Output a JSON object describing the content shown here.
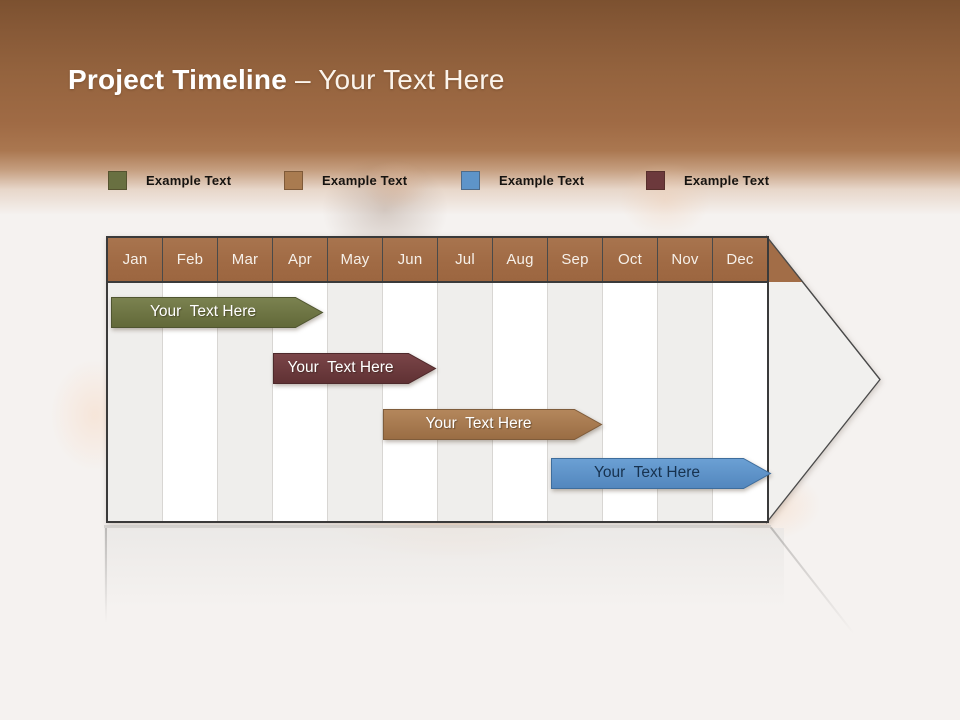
{
  "slide": {
    "title_bold": "Project Timeline",
    "title_light": "– Your Text Here"
  },
  "legend": {
    "items": [
      {
        "label": "Example Text",
        "color": "#697041"
      },
      {
        "label": "Example Text",
        "color": "#a97b50"
      },
      {
        "label": "Example Text",
        "color": "#5e94c9"
      },
      {
        "label": "Example Text",
        "color": "#6c393c"
      }
    ]
  },
  "timeline": {
    "months": [
      "Jan",
      "Feb",
      "Mar",
      "Apr",
      "May",
      "Jun",
      "Jul",
      "Aug",
      "Sep",
      "Oct",
      "Nov",
      "Dec"
    ],
    "bars": [
      {
        "label": "Your  Text Here",
        "color": "#697041",
        "start": "Jan",
        "end": "Apr"
      },
      {
        "label": "Your  Text Here",
        "color": "#6c393c",
        "start": "Apr",
        "end": "Jun"
      },
      {
        "label": "Your  Text Here",
        "color": "#a97b50",
        "start": "Jun",
        "end": "Sep"
      },
      {
        "label": "Your  Text Here",
        "color": "#5e94c9",
        "start": "Sep",
        "end": "Dec"
      }
    ]
  },
  "chart_data": {
    "type": "bar",
    "subtype": "gantt-timeline",
    "title": "Project Timeline – Your Text Here",
    "categories": [
      "Jan",
      "Feb",
      "Mar",
      "Apr",
      "May",
      "Jun",
      "Jul",
      "Aug",
      "Sep",
      "Oct",
      "Nov",
      "Dec"
    ],
    "series": [
      {
        "name": "Your Text Here",
        "row": 1,
        "color": "#697041",
        "start_month": "Jan",
        "end_month": "Apr",
        "start_index": 0.1,
        "end_index": 3.9
      },
      {
        "name": "Your Text Here",
        "row": 2,
        "color": "#6c393c",
        "start_month": "Apr",
        "end_month": "Jun",
        "start_index": 3.0,
        "end_index": 5.9
      },
      {
        "name": "Your Text Here",
        "row": 3,
        "color": "#a97b50",
        "start_month": "Jun",
        "end_month": "Sep",
        "start_index": 5.0,
        "end_index": 8.9
      },
      {
        "name": "Your Text Here",
        "row": 4,
        "color": "#5e94c9",
        "start_month": "Sep",
        "end_month": "Dec",
        "start_index": 8.1,
        "end_index": 12.0
      }
    ],
    "legend_position": "top",
    "legend_labels": [
      "Example Text",
      "Example Text",
      "Example Text",
      "Example Text"
    ],
    "grid": "vertical-month-stripes",
    "axis": "months Jan–Dec, header row styled brown; chart body shaped as right-pointing arrow"
  }
}
